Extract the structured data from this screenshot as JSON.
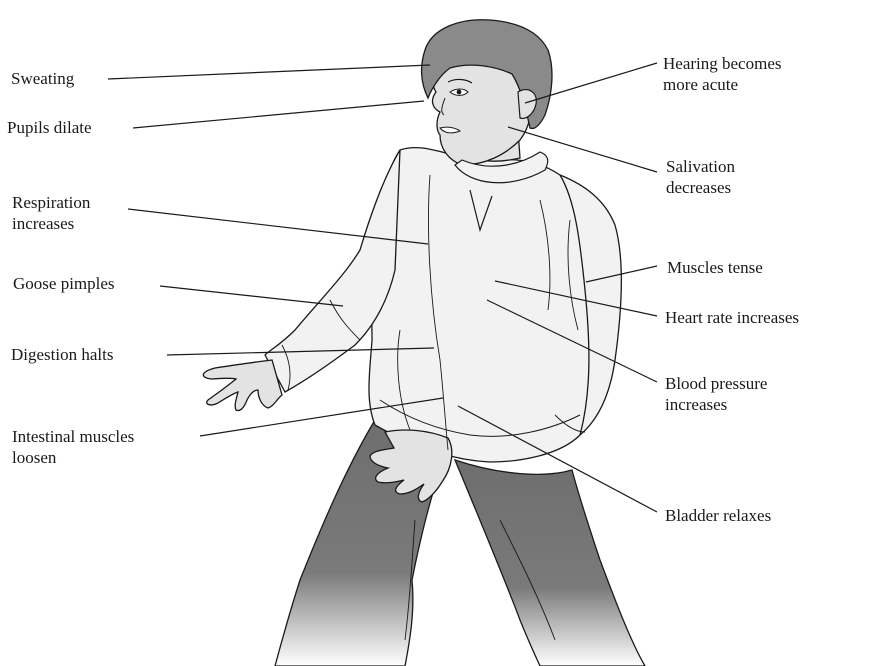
{
  "labels": {
    "sweating": "Sweating",
    "pupils": "Pupils dilate",
    "respiration": "Respiration\nincreases",
    "goose": "Goose pimples",
    "digestion": "Digestion halts",
    "intestinal": "Intestinal muscles\nloosen",
    "hearing": "Hearing becomes\nmore acute",
    "salivation": "Salivation\ndecreases",
    "muscles": "Muscles tense",
    "heart": "Heart rate increases",
    "blood": "Blood pressure\nincreases",
    "bladder": "Bladder relaxes"
  },
  "colors": {
    "hair": "#8a8a8a",
    "skin": "#e3e3e3",
    "sweater": "#f2f2f2",
    "pants": "#6e6e6e",
    "outline": "#1a1a1a"
  }
}
